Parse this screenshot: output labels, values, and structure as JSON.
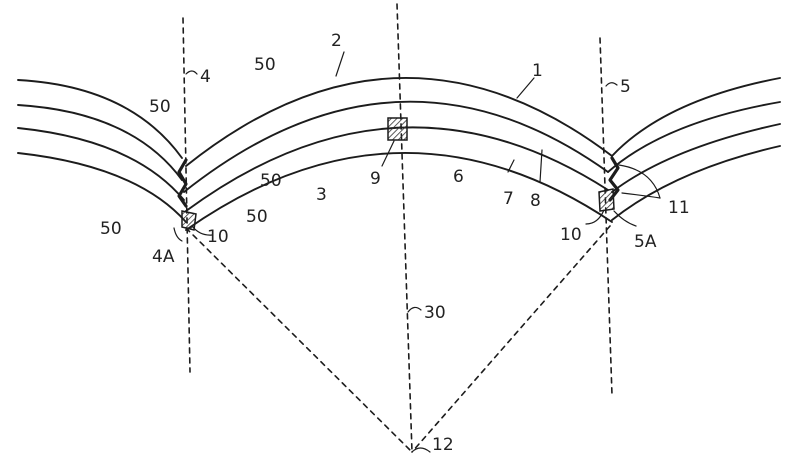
{
  "labels": {
    "ref_1": "1",
    "ref_2": "2",
    "ref_3": "3",
    "ref_4": "4",
    "ref_4a": "4A",
    "ref_5": "5",
    "ref_5a": "5A",
    "ref_6": "6",
    "ref_7": "7",
    "ref_8": "8",
    "ref_9": "9",
    "ref_10_left": "10",
    "ref_10_right": "10",
    "ref_11": "11",
    "ref_12": "12",
    "ref_30": "30",
    "ref_50_a": "50",
    "ref_50_b": "50",
    "ref_50_c": "50",
    "ref_50_d": "50",
    "ref_50_e": "50"
  },
  "colors": {
    "ink": "#1c1c1c",
    "hatch": "#333333",
    "background": "#ffffff"
  }
}
